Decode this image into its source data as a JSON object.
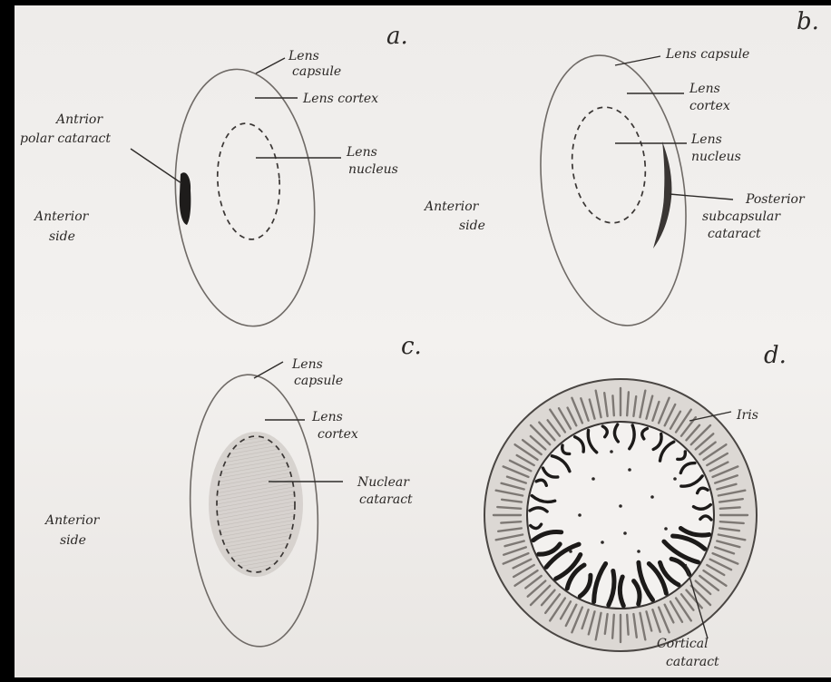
{
  "colors": {
    "paper": "#f1efed",
    "ink": "#2b2826",
    "pencil": "#6f6a66",
    "opacity": "#c9c4bf",
    "iris_fill": "#d9d5d1"
  },
  "panel_a": {
    "label": "a.",
    "lens_capsule": [
      "Lens",
      "capsule"
    ],
    "lens_cortex": "Lens cortex",
    "lens_nucleus": [
      "Lens",
      "nucleus"
    ],
    "anterior_polar_cataract": [
      "Antrior",
      "polar cataract"
    ],
    "anterior_side": [
      "Anterior",
      "side"
    ]
  },
  "panel_b": {
    "label": "b.",
    "lens_capsule": "Lens capsule",
    "lens_cortex": [
      "Lens",
      "cortex"
    ],
    "lens_nucleus": [
      "Lens",
      "nucleus"
    ],
    "posterior_subcapsular_cataract": [
      "Posterior",
      "subcapsular",
      "cataract"
    ],
    "anterior_side": [
      "Anterior",
      "side"
    ]
  },
  "panel_c": {
    "label": "c.",
    "lens_capsule": [
      "Lens",
      "capsule"
    ],
    "lens_cortex": [
      "Lens",
      "cortex"
    ],
    "nuclear_cataract": [
      "Nuclear",
      "cataract"
    ],
    "anterior_side": [
      "Anterior",
      "side"
    ]
  },
  "panel_d": {
    "label": "d.",
    "iris": "Iris",
    "cortical_cataract": [
      "Cortical",
      "cataract"
    ]
  }
}
